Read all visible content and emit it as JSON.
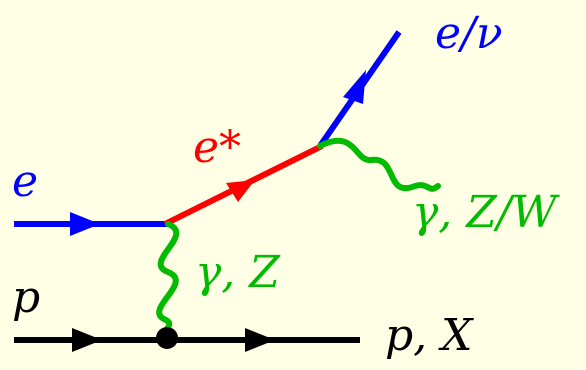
{
  "colors": {
    "background": "#ffffe6",
    "electron_line": "#0000ff",
    "excited_electron_line": "#ff0000",
    "boson_line": "#00bb00",
    "proton_line": "#000000"
  },
  "labels": {
    "incoming_electron": "e",
    "excited_electron": "e*",
    "outgoing_lepton": "e/ν",
    "exchanged_boson": "γ, Z",
    "emitted_boson": "γ, Z/W",
    "incoming_proton": "p",
    "outgoing_hadron": "p, X"
  }
}
